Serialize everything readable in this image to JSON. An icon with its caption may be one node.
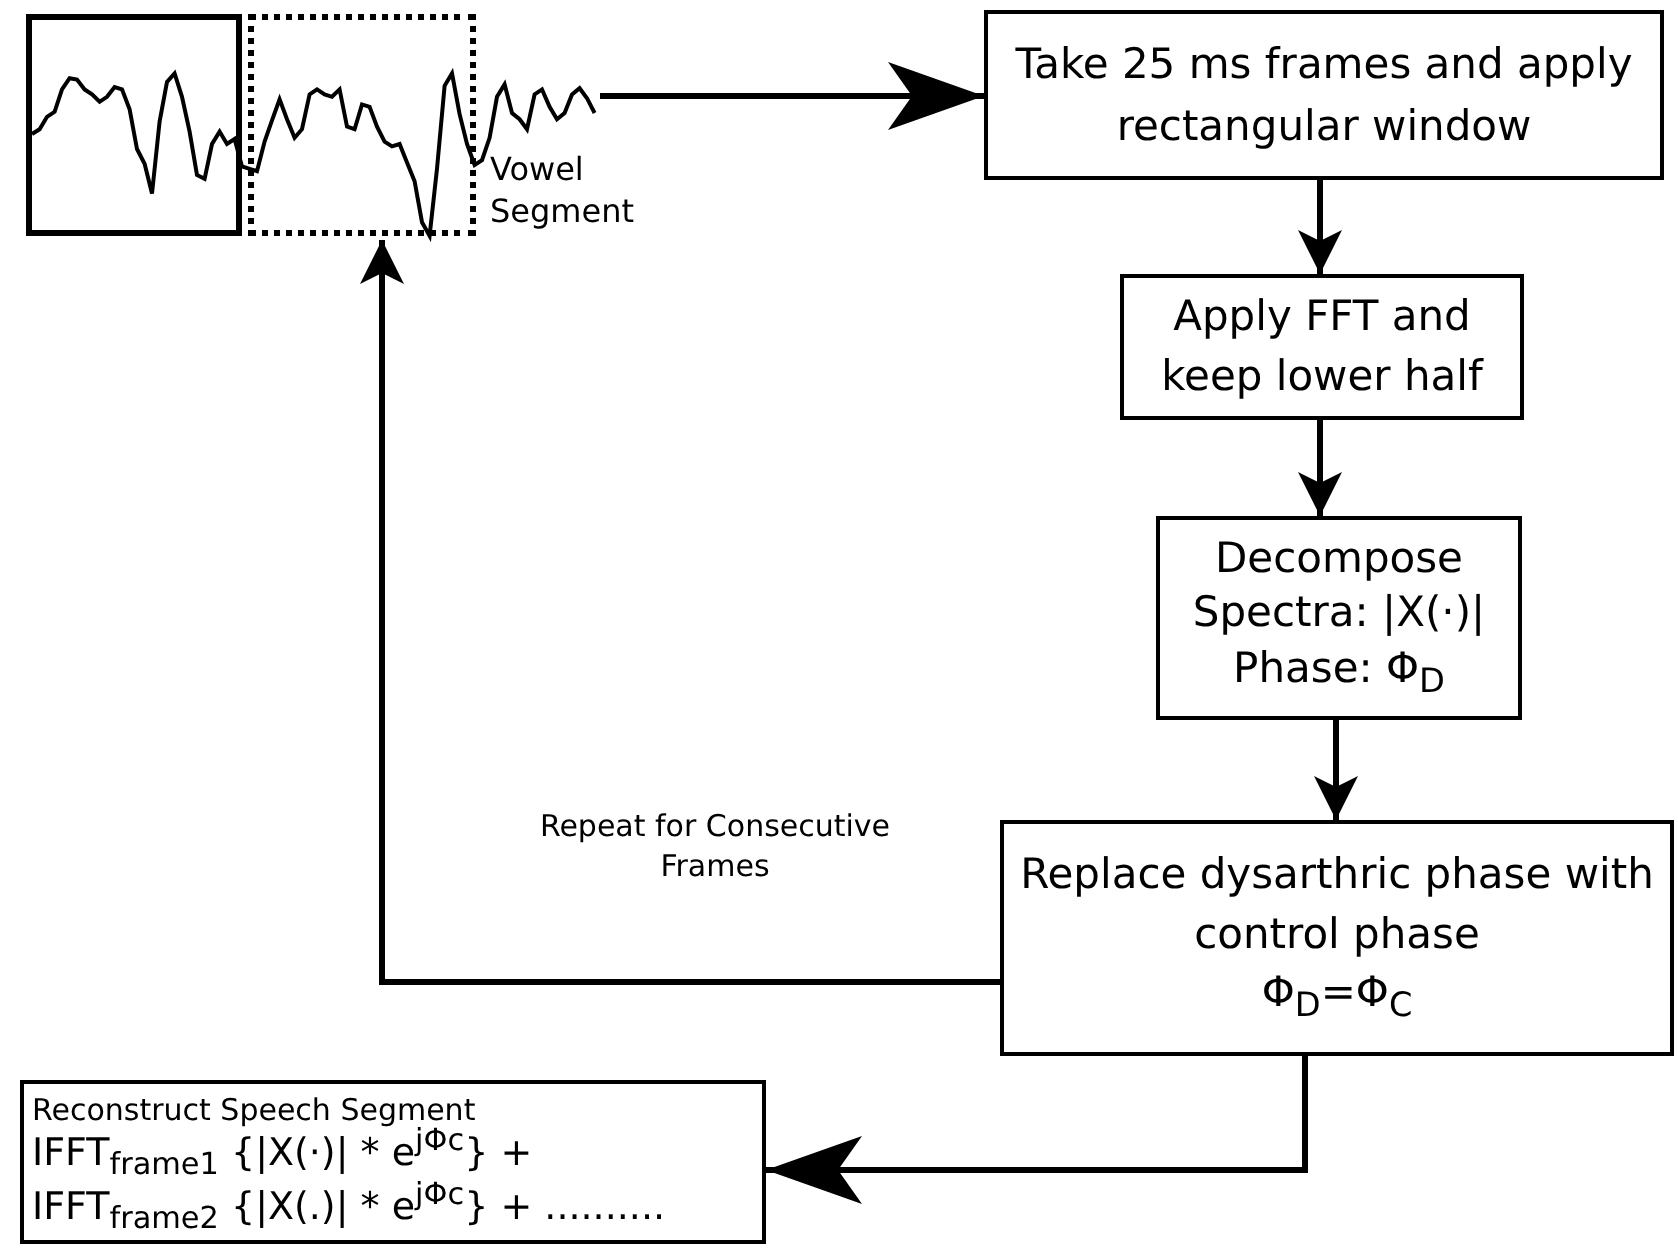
{
  "diagram": {
    "nodes": [
      {
        "text": [],
        "shape": "picture",
        "beside": [
          "Vowel Segment"
        ]
      },
      {
        "text": [],
        "shape": "box",
        "in": 0
      },
      {
        "text": [],
        "shape": "box",
        "in": 0
      },
      {
        "text": [
          "Take 25 ms frames and apply rectangular window"
        ]
      },
      {
        "text": [
          "Apply FFT and keep lower half"
        ]
      },
      {
        "text": [
          "Decompose Spectra: |X(·)| Phase: Φ$_{D}$"
        ]
      },
      {
        "text": [
          "Replace dysarthric phase with control phase",
          "Φ$_{D}$=Φ$_{C}$"
        ]
      },
      {
        "text": [
          "Reconstruct Speech Segment",
          "IFFT$_{frame1}$ {|X(·)| * e$^{jΦc}$} +",
          "IFFT$_{frame2}$ {|X(.)| * e$^{jΦc}$} + .........."
        ]
      }
    ],
    "edges": [
      {
        "from": 0,
        "to": 3,
        "arrow": "to"
      },
      {
        "from": 3,
        "to": 4,
        "arrow": "to"
      },
      {
        "from": 4,
        "to": 5,
        "arrow": "to"
      },
      {
        "from": 5,
        "to": 6,
        "arrow": "to"
      },
      {
        "from": 6,
        "to": 2,
        "arrow": "to",
        "label": "Repeat for Consecutive Frames"
      },
      {
        "from": 6,
        "to": 7,
        "arrow": "to"
      }
    ]
  }
}
